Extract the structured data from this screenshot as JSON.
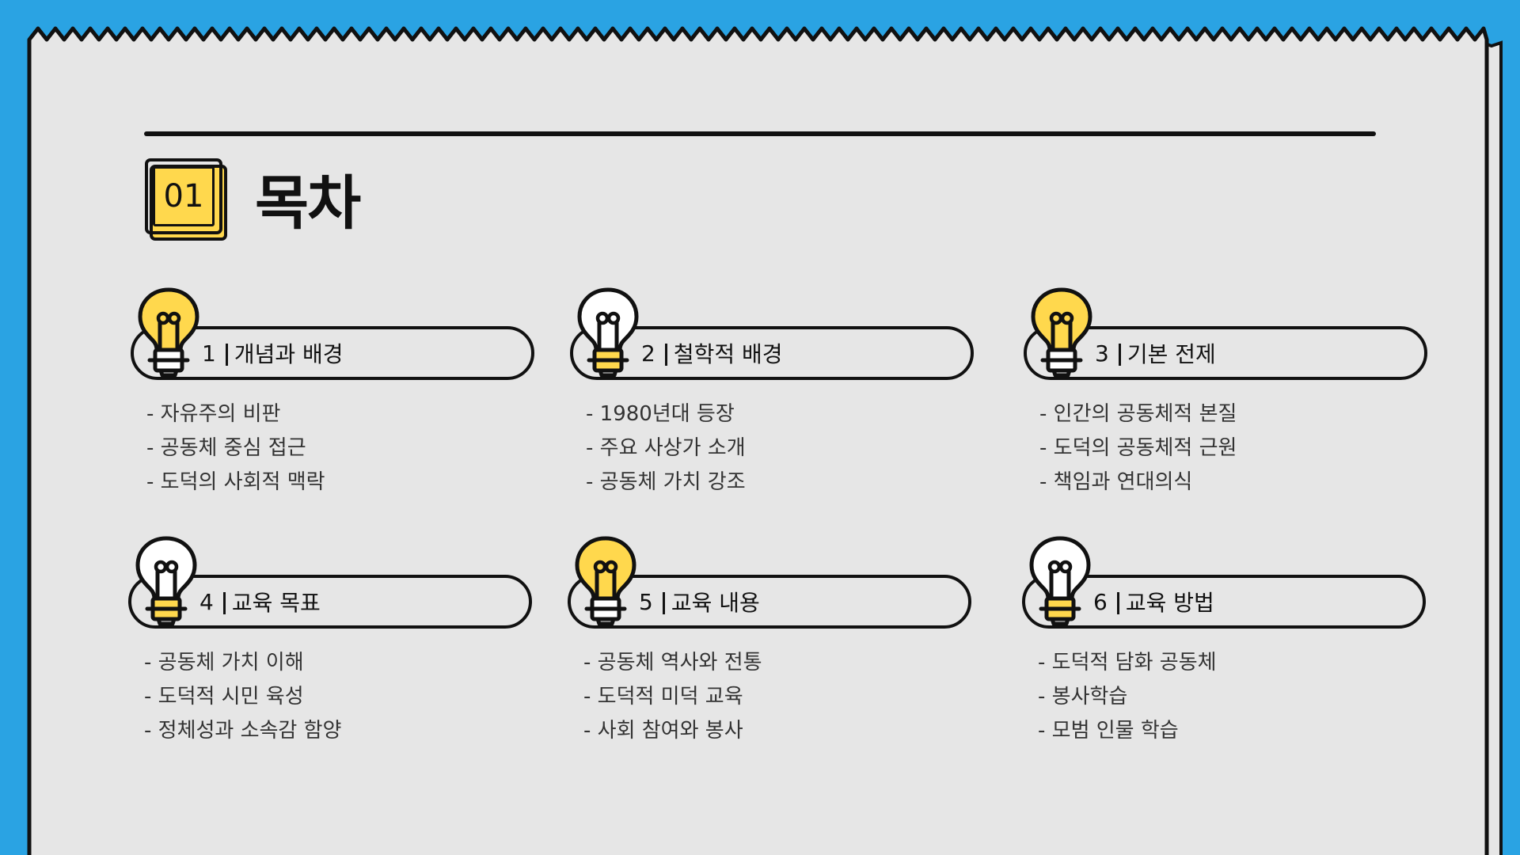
{
  "section": {
    "number": "01",
    "title": "목차"
  },
  "colors": {
    "background": "#2aa3e3",
    "paper": "#e6e6e6",
    "accent_yellow": "#ffd84d",
    "ink": "#111111"
  },
  "items": [
    {
      "number": "1",
      "title": "개념과 배경",
      "bulb_style": "yellow",
      "bullets": [
        "- 자유주의 비판",
        "- 공동체 중심 접근",
        "- 도덕의 사회적 맥락"
      ]
    },
    {
      "number": "2",
      "title": "철학적 배경",
      "bulb_style": "white",
      "bullets": [
        "- 1980년대 등장",
        "- 주요 사상가 소개",
        "- 공동체 가치 강조"
      ]
    },
    {
      "number": "3",
      "title": "기본 전제",
      "bulb_style": "yellow",
      "bullets": [
        "- 인간의 공동체적 본질",
        "- 도덕의 공동체적 근원",
        "- 책임과 연대의식"
      ]
    },
    {
      "number": "4",
      "title": "교육 목표",
      "bulb_style": "white",
      "bullets": [
        "- 공동체 가치 이해",
        "- 도덕적 시민 육성",
        "- 정체성과 소속감 함양"
      ]
    },
    {
      "number": "5",
      "title": "교육 내용",
      "bulb_style": "yellow",
      "bullets": [
        "- 공동체 역사와 전통",
        "- 도덕적 미덕 교육",
        "- 사회 참여와 봉사"
      ]
    },
    {
      "number": "6",
      "title": "교육 방법",
      "bulb_style": "white",
      "bullets": [
        "- 도덕적 담화 공동체",
        "- 봉사학습",
        "- 모범 인물 학습"
      ]
    }
  ]
}
